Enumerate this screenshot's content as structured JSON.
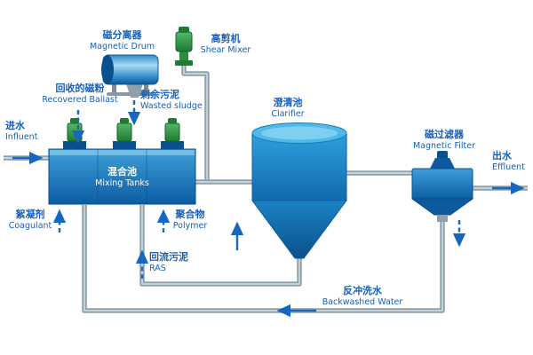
{
  "colors": {
    "equipment_blue": "#1a74be",
    "equipment_blue_light": "#4fb9e8",
    "mixer_green": "#2e9a45",
    "pipe_gray": "#8da0ab",
    "label_blue": "#185fb8",
    "arrow_blue": "#1767c0"
  },
  "labels": {
    "magnetic_drum": {
      "zh": "磁分离器",
      "en": "Magnetic Drum"
    },
    "shear_mixer": {
      "zh": "高剪机",
      "en": "Shear Mixer"
    },
    "recovered_ballast": {
      "zh": "回收的磁粉",
      "en": "Recovered Ballast"
    },
    "wasted_sludge": {
      "zh": "剩余污泥",
      "en": "Wasted sludge"
    },
    "influent": {
      "zh": "进水",
      "en": "Influent"
    },
    "mixing_tanks": {
      "zh": "混合池",
      "en": "Mixing Tanks"
    },
    "coagulant": {
      "zh": "絮凝剂",
      "en": "Coagulant"
    },
    "polymer": {
      "zh": "聚合物",
      "en": "Polymer"
    },
    "clarifier": {
      "zh": "澄清池",
      "en": "Clarifier"
    },
    "magnetic_filter": {
      "zh": "磁过滤器",
      "en": "Magnetic Filter"
    },
    "effluent": {
      "zh": "出水",
      "en": "Effluent"
    },
    "ras": {
      "zh": "回流污泥",
      "en": "RAS"
    },
    "backwashed_water": {
      "zh": "反冲洗水",
      "en": "Backwashed Water"
    }
  }
}
